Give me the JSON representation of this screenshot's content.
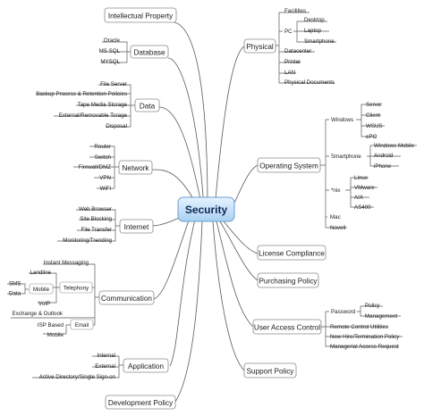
{
  "center": "Security",
  "colors": {
    "line": "#5a5a5a",
    "branch_border": "#8a8a8a",
    "center_fill": "#cfe7fb",
    "center_border": "#6a9fd0"
  },
  "branches": {
    "intellectual_property": "Intellectual Property",
    "database": {
      "label": "Database",
      "items": [
        "Oracle",
        "MS SQL",
        "MYSQL"
      ]
    },
    "data": {
      "label": "Data",
      "items": [
        "File Server",
        "Backup Process & Retention Policies",
        "Tape Media Storage",
        "External/Removable Torage",
        "Disposal"
      ]
    },
    "network": {
      "label": "Network",
      "items": [
        "Router",
        "Switch",
        "Firewall/DMZ",
        "VPN",
        "WiFi"
      ]
    },
    "internet": {
      "label": "Internet",
      "items": [
        "Web Browser",
        "Site Blocking",
        "File Transfer",
        "Monitoring/Trending"
      ]
    },
    "communication": {
      "label": "Communication",
      "instant_messaging": "Instant Messaging",
      "telephony": "Telephony",
      "landline": "Landline",
      "mobile": "Mobile",
      "sms": "SMS",
      "data": "Data",
      "voip": "VoIP",
      "exchange": "Exchange & Outlook",
      "email": "Email",
      "isp_based": "ISP Based",
      "email_mobile": "Mobile"
    },
    "application": {
      "label": "Application",
      "items": [
        "Internal",
        "External",
        "Active Directory/Single Sign-on"
      ]
    },
    "development_policy": "Development Policy",
    "physical": {
      "label": "Physical",
      "facilities": "Facilities",
      "pc": "PC",
      "pc_items": [
        "Desktop",
        "Laptop",
        "Smartphone"
      ],
      "other_items": [
        "Datacenter",
        "Printer",
        "LAN",
        "Physical Documents"
      ]
    },
    "operating_system": {
      "label": "Operating System",
      "windows": "Windows",
      "windows_items": [
        "Server",
        "Client",
        "WSUS",
        "ePO"
      ],
      "smartphone": "Smartphone",
      "smartphone_items": [
        "Windows Mobile",
        "Android",
        "iPhone"
      ],
      "nix": "*nix",
      "nix_items": [
        "Linux",
        "VMware",
        "AIX",
        "AS400"
      ],
      "mac": "Mac",
      "novell": "Novell"
    },
    "license_compliance": "License Compliance",
    "purchasing_policy": "Purchasing Policy",
    "user_access_control": {
      "label": "User Access Control",
      "password": "Password",
      "password_items": [
        "Policy",
        "Management"
      ],
      "other_items": [
        "Remote Control Utilities",
        "New Hire/Termination Policy",
        "Managerial Access Request"
      ]
    },
    "support_policy": "Support Policy"
  }
}
